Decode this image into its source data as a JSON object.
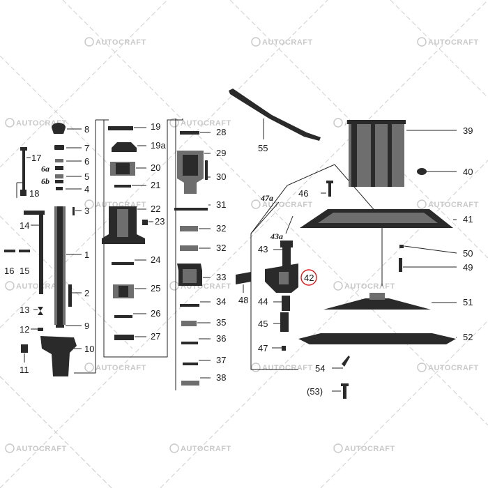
{
  "watermark": {
    "text": "AUTOCRAFT",
    "color": "#c9c9c9"
  },
  "highlight": {
    "part": "42",
    "color": "#d8181c"
  },
  "callouts": {
    "1": "1",
    "2": "2",
    "3": "3",
    "4": "4",
    "5": "5",
    "6": "6",
    "6a": "6a",
    "6b": "6b",
    "7": "7",
    "8": "8",
    "9": "9",
    "10": "10",
    "11": "11",
    "12": "12",
    "13": "13",
    "14": "14",
    "15": "15",
    "16": "16",
    "17": "17",
    "18": "18",
    "19": "19",
    "19a": "19a",
    "20": "20",
    "21": "21",
    "22": "22",
    "23": "23",
    "24": "24",
    "25": "25",
    "26": "26",
    "27": "27",
    "28": "28",
    "29": "29",
    "30": "30",
    "31": "31",
    "32a": "32",
    "32b": "32",
    "33": "33",
    "34": "34",
    "35": "35",
    "36": "36",
    "37": "37",
    "38": "38",
    "39": "39",
    "40": "40",
    "41": "41",
    "42": "42",
    "43": "43",
    "43a": "43a",
    "44": "44",
    "45": "45",
    "46": "46",
    "47": "47",
    "47a": "47a",
    "48": "48",
    "49": "49",
    "50": "50",
    "51": "51",
    "52": "52",
    "53": "(53)",
    "54": "54",
    "55": "55"
  }
}
